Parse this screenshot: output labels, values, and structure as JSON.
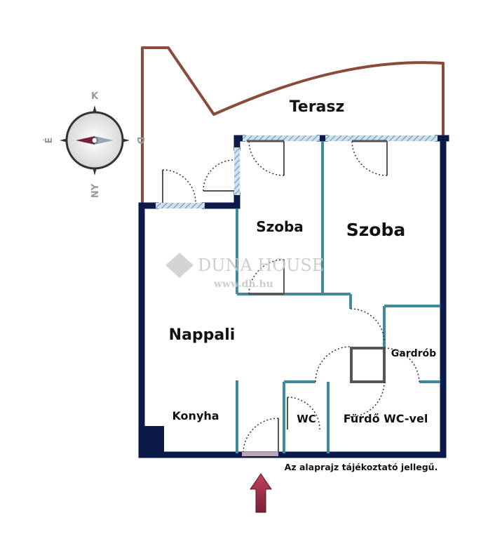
{
  "rooms": {
    "terrace": "Terasz",
    "room_small": "Szoba",
    "room_large": "Szoba",
    "living": "Nappali",
    "kitchen": "Konyha",
    "wardrobe": "Gardrób",
    "wc": "WC",
    "bathroom": "Fürdő WC-vel"
  },
  "note": "Az alaprajz tájékoztató jellegű.",
  "watermark": {
    "brand": "DUNA HOUSE",
    "url": "www.dh.hu"
  },
  "compass": {
    "north": "K",
    "west": "É",
    "east": "D",
    "south": "NY"
  },
  "colors": {
    "outer_wall": "#0c1a4a",
    "inner_wall": "#3f8a9c",
    "terrace_outline": "#8a4a3c",
    "window": "#9fc3dc",
    "entrance_arrow": "#b02a4a"
  }
}
